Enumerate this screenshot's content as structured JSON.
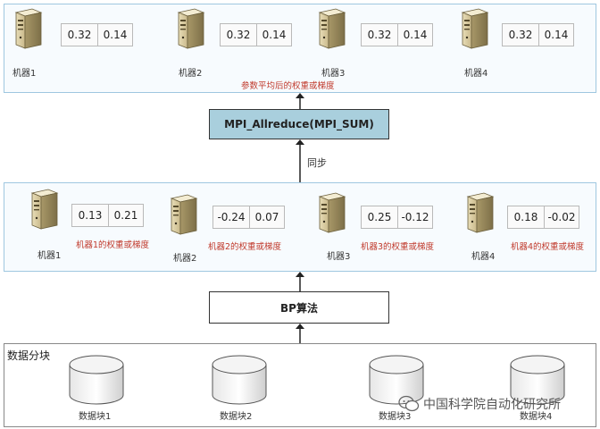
{
  "top_panel": {
    "machines": [
      {
        "name": "机器1",
        "v1": "0.32",
        "v2": "0.14"
      },
      {
        "name": "机器2",
        "v1": "0.32",
        "v2": "0.14"
      },
      {
        "name": "机器3",
        "v1": "0.32",
        "v2": "0.14"
      },
      {
        "name": "机器4",
        "v1": "0.32",
        "v2": "0.14"
      }
    ],
    "caption": "参数平均后的权重或梯度"
  },
  "allreduce_label": "MPI_Allreduce(MPI_SUM)",
  "sync_label": "同步",
  "mid_panel": {
    "machines": [
      {
        "name": "机器1",
        "v1": "0.13",
        "v2": "0.21",
        "note": "机器1的权重或梯度"
      },
      {
        "name": "机器2",
        "v1": "-0.24",
        "v2": "0.07",
        "note": "机器2的权重或梯度"
      },
      {
        "name": "机器3",
        "v1": "0.25",
        "v2": "-0.12",
        "note": "机器3的权重或梯度"
      },
      {
        "name": "机器4",
        "v1": "0.18",
        "v2": "-0.02",
        "note": "机器4的权重或梯度"
      }
    ]
  },
  "bp_label": "BP算法",
  "data_panel": {
    "title": "数据分块",
    "blocks": [
      "数据块1",
      "数据块2",
      "数据块3",
      "数据块4"
    ]
  },
  "watermark": "中国科学院自动化研究所",
  "colors": {
    "accent_panel": "#9fc7e0",
    "process_blue": "#a9cfdd",
    "note_red": "#c0392b"
  }
}
